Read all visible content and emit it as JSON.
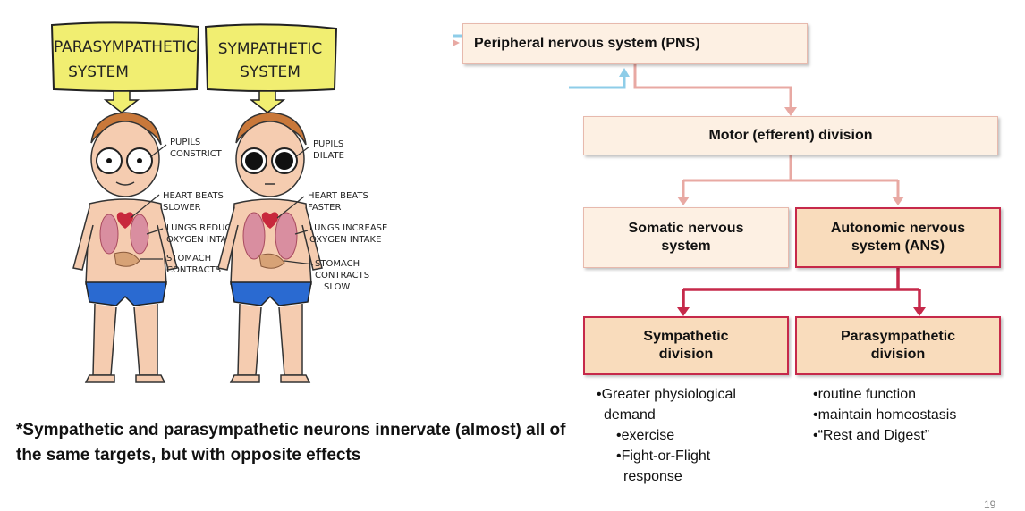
{
  "cartoon": {
    "left_label": [
      "PARASYMPATHETIC",
      "SYSTEM"
    ],
    "right_label": [
      "SYMPATHETIC",
      "SYSTEM"
    ],
    "left_notes": {
      "pupils": [
        "PUPILS",
        "CONSTRICT"
      ],
      "heart": [
        "HEART BEATS",
        "SLOWER"
      ],
      "lungs": [
        "LUNGS REDUCE",
        "OXYGEN INTAKE"
      ],
      "stomach": [
        "STOMACH",
        "CONTRACTS"
      ]
    },
    "right_notes": {
      "pupils": [
        "PUPILS",
        "DILATE"
      ],
      "heart": [
        "HEART BEATS",
        "FASTER"
      ],
      "lungs": [
        "LUNGS INCREASE",
        "OXYGEN INTAKE"
      ],
      "stomach": [
        "STOMACH",
        "CONTRACTS",
        "SLOW"
      ]
    }
  },
  "flowchart": {
    "pns": "Peripheral nervous system (PNS)",
    "motor": "Motor (efferent) division",
    "somatic": "Somatic nervous system",
    "autonomic": "Autonomic nervous system (ANS)",
    "sympathetic": "Sympathetic division",
    "parasympathetic": "Parasympathetic division",
    "sympathetic_bullets": {
      "line1": "•Greater physiological",
      "line2": "demand",
      "sub1": "•exercise",
      "sub2a": "•Fight-or-Flight",
      "sub2b": "response"
    },
    "parasympathetic_bullets": [
      "•routine function",
      "•maintain homeostasis",
      "•“Rest and Digest”"
    ],
    "colors": {
      "light_arrow": "#e8a9a3",
      "strong_arrow": "#c6294a",
      "sensory_arrow": "#8ecde8",
      "light_box_fill": "#fdf0e3",
      "strong_box_fill": "#f9dcbc"
    }
  },
  "footnote": "*Sympathetic and parasympathetic neurons innervate (almost) all of the same targets, but with opposite effects",
  "page_number": "19"
}
